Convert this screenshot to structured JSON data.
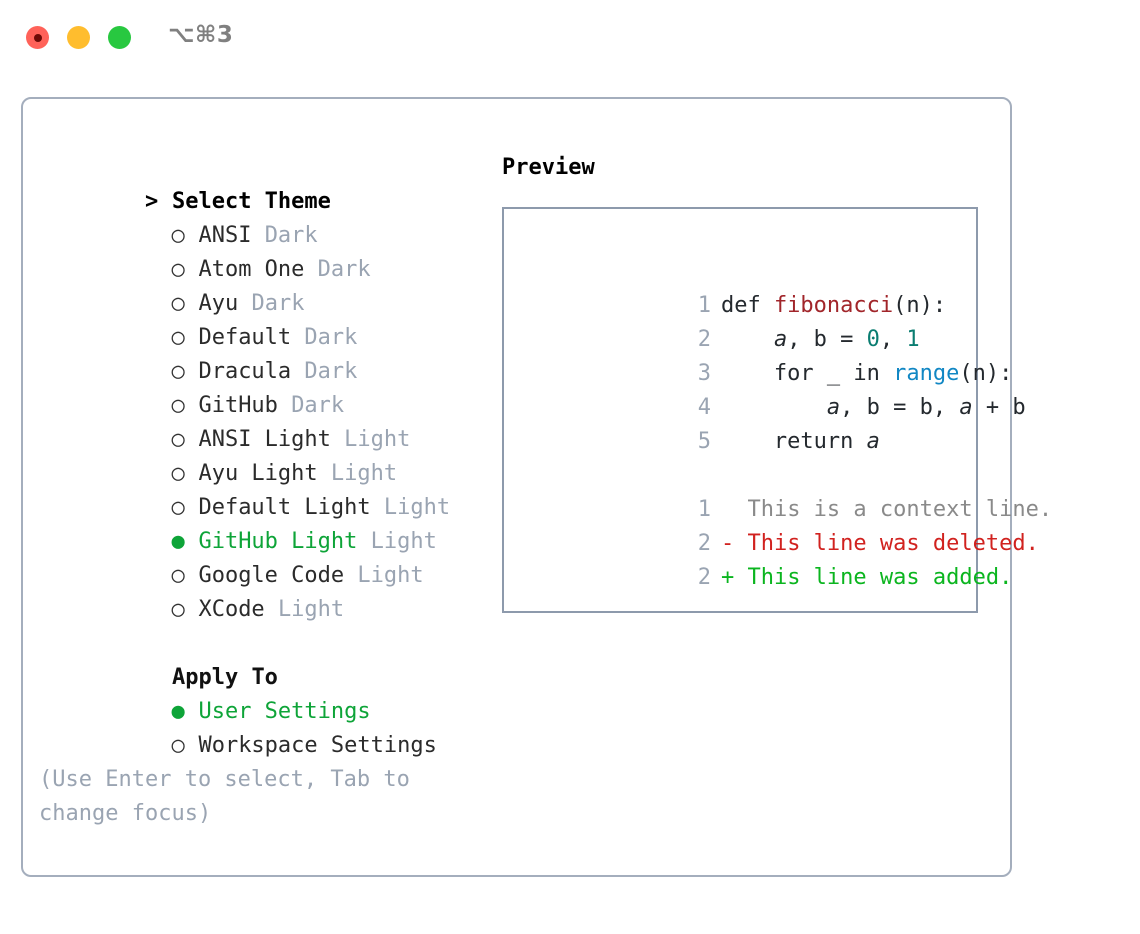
{
  "titlebar": {
    "shortcut": "⌥⌘3",
    "lights": [
      "close-red",
      "minimize-yellow",
      "maximize-green"
    ]
  },
  "left_panel": {
    "header": {
      "marker": ">",
      "label": "Select Theme"
    },
    "themes": [
      {
        "marker": "○",
        "name": "ANSI",
        "variant": "Dark",
        "selected": false
      },
      {
        "marker": "○",
        "name": "Atom One",
        "variant": "Dark",
        "selected": false
      },
      {
        "marker": "○",
        "name": "Ayu",
        "variant": "Dark",
        "selected": false
      },
      {
        "marker": "○",
        "name": "Default",
        "variant": "Dark",
        "selected": false
      },
      {
        "marker": "○",
        "name": "Dracula",
        "variant": "Dark",
        "selected": false
      },
      {
        "marker": "○",
        "name": "GitHub",
        "variant": "Dark",
        "selected": false
      },
      {
        "marker": "○",
        "name": "ANSI Light",
        "variant": "Light",
        "selected": false
      },
      {
        "marker": "○",
        "name": "Ayu Light",
        "variant": "Light",
        "selected": false
      },
      {
        "marker": "○",
        "name": "Default Light",
        "variant": "Light",
        "selected": false
      },
      {
        "marker": "●",
        "name": "GitHub Light",
        "variant": "Light",
        "selected": true
      },
      {
        "marker": "○",
        "name": "Google Code",
        "variant": "Light",
        "selected": false
      },
      {
        "marker": "○",
        "name": "XCode",
        "variant": "Light",
        "selected": false
      }
    ],
    "apply_to": {
      "label": "Apply To",
      "options": [
        {
          "marker": "●",
          "name": "User Settings",
          "selected": true
        },
        {
          "marker": "○",
          "name": "Workspace Settings",
          "selected": false
        }
      ]
    },
    "hint": "(Use Enter to select, Tab to change focus)"
  },
  "right_panel": {
    "title": "Preview",
    "code": [
      {
        "no": "1",
        "segments": [
          {
            "t": "def ",
            "c": "plain"
          },
          {
            "t": "fibonacci",
            "c": "fn"
          },
          {
            "t": "(n):",
            "c": "plain"
          }
        ]
      },
      {
        "no": "2",
        "segments": [
          {
            "t": "    ",
            "c": "plain"
          },
          {
            "t": "a",
            "c": "var"
          },
          {
            "t": ", b = ",
            "c": "plain"
          },
          {
            "t": "0",
            "c": "num"
          },
          {
            "t": ", ",
            "c": "plain"
          },
          {
            "t": "1",
            "c": "num"
          }
        ]
      },
      {
        "no": "3",
        "segments": [
          {
            "t": "    for _ in ",
            "c": "plain"
          },
          {
            "t": "range",
            "c": "call"
          },
          {
            "t": "(n):",
            "c": "plain"
          }
        ]
      },
      {
        "no": "4",
        "segments": [
          {
            "t": "        ",
            "c": "plain"
          },
          {
            "t": "a",
            "c": "var"
          },
          {
            "t": ", b = b, ",
            "c": "plain"
          },
          {
            "t": "a",
            "c": "var"
          },
          {
            "t": " + b",
            "c": "plain"
          }
        ]
      },
      {
        "no": "5",
        "segments": [
          {
            "t": "    return ",
            "c": "plain"
          },
          {
            "t": "a",
            "c": "var"
          }
        ]
      }
    ],
    "diff": [
      {
        "no": "1",
        "sign": " ",
        "text": "This is a context line.",
        "kind": "context"
      },
      {
        "no": "2",
        "sign": "-",
        "text": "This line was deleted.",
        "kind": "deleted"
      },
      {
        "no": "2",
        "sign": "+",
        "text": "This line was added.",
        "kind": "added"
      }
    ]
  },
  "colors": {
    "accent_green": "#0ea438",
    "muted": "#9aa4b2",
    "border": "#a4aebd",
    "diff_delete": "#d1221f",
    "diff_add": "#0bb51f",
    "syntax_function": "#a1252a",
    "syntax_number": "#0a7d71",
    "syntax_call": "#1187c4"
  }
}
